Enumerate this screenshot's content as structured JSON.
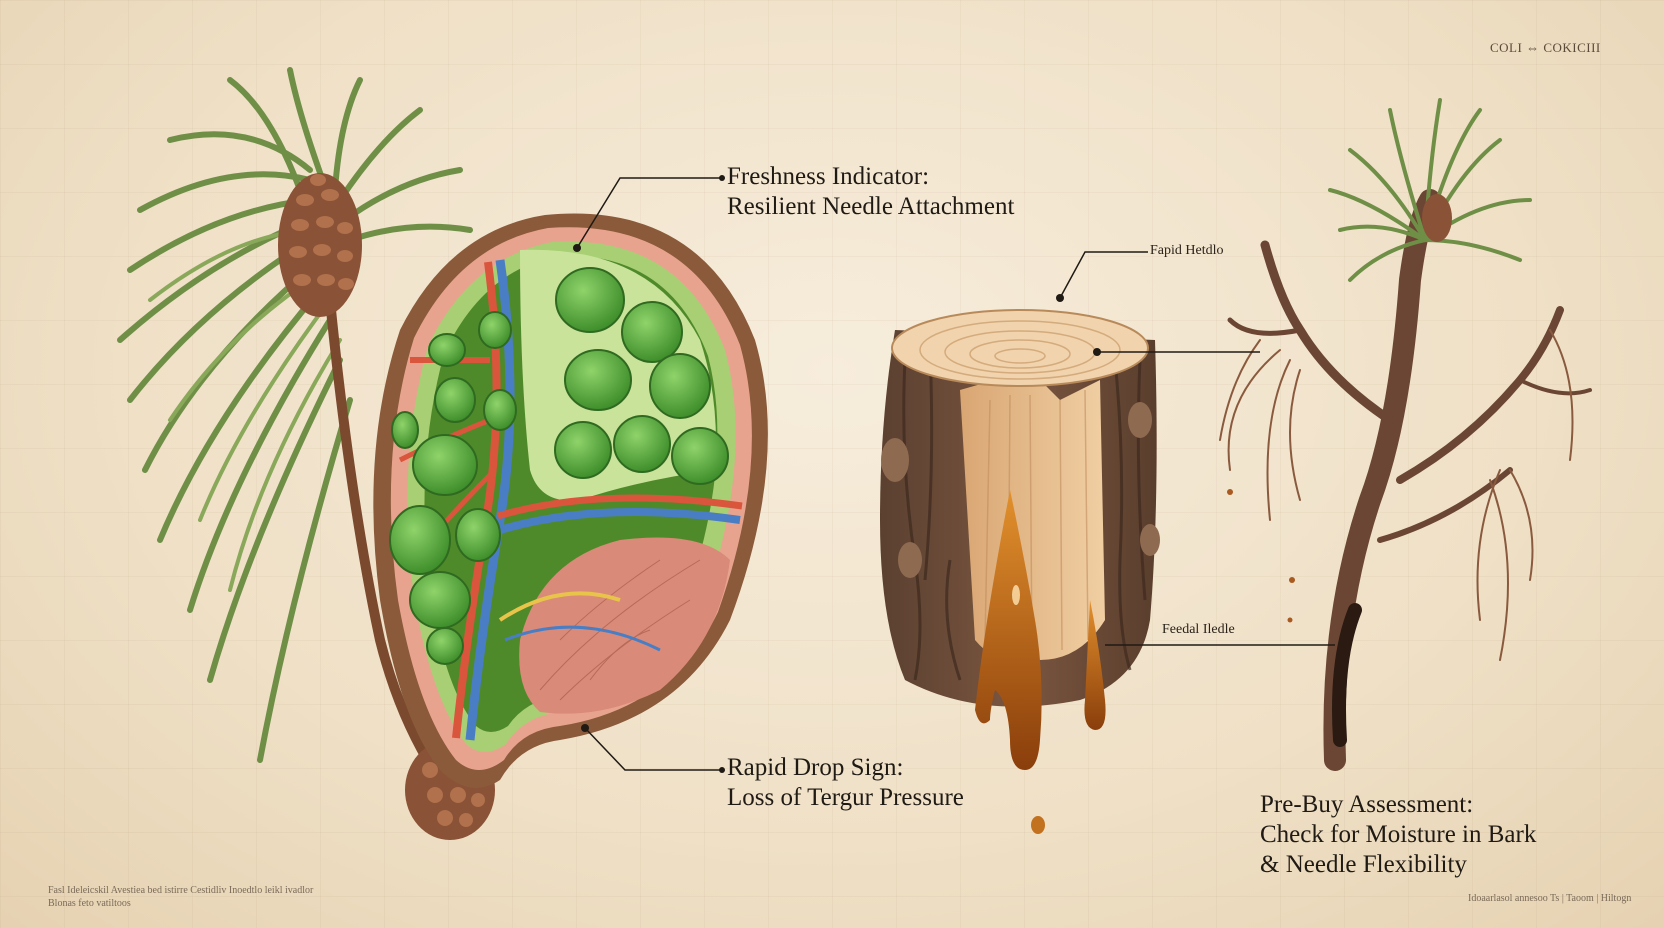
{
  "header": {
    "corner_text": "COLI ⇔ COKICIII"
  },
  "labels": {
    "freshness": {
      "line1": "Freshness Indicator:",
      "line2": "Resilient Needle Attachment"
    },
    "rapid_drop": {
      "line1": "Rapid Drop Sign:",
      "line2": "Loss of Tergur Pressure"
    },
    "pre_buy": {
      "line1": "Pre-Buy Assessment:",
      "line2": "Check for Moisture in Bark",
      "line3": "& Needle Flexibility"
    },
    "rapid_needle": "Fapid Hetdlo",
    "feedal_needle": "Feedal Iledle"
  },
  "footer": {
    "left_line1": "Fasl Ideleicskil Avestiea bed istirre Cestidliv Inoedtlo leikl ivadlor",
    "left_line2": "Blonas feto vatiltoos",
    "right": "Idoaarlasol annesoo Ts | Taoom | Hiltogn"
  },
  "icons": [
    "pine-branch-icon",
    "pine-cone-icon",
    "cross-section-icon",
    "trunk-stump-icon",
    "sap-drip-icon",
    "bare-branch-icon"
  ]
}
